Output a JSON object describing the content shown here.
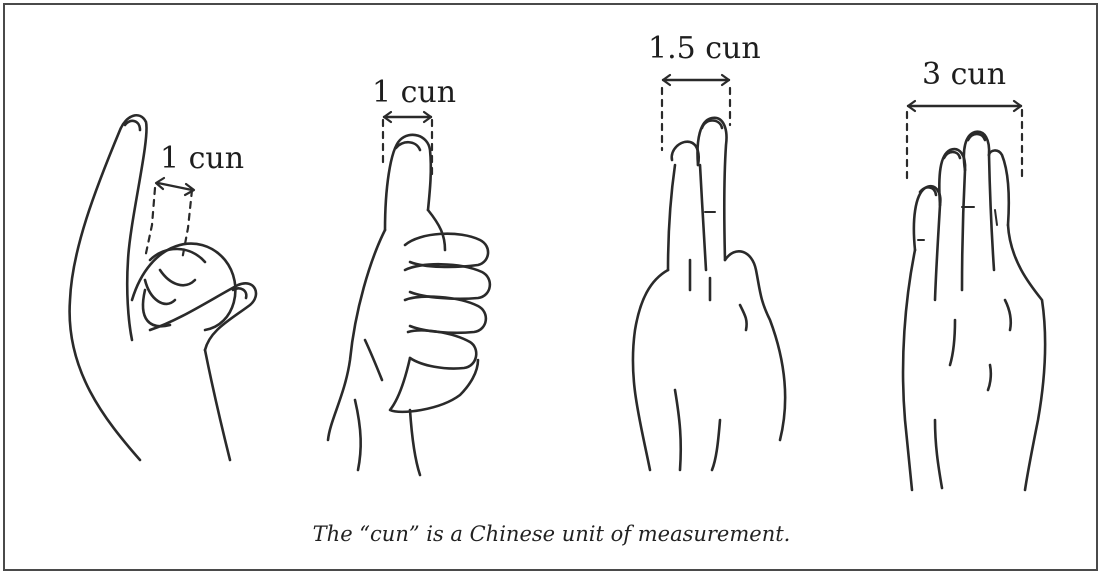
{
  "figure": {
    "labels": [
      "1 cun",
      "1 cun",
      "1.5 cun",
      "3 cun"
    ],
    "caption": "The “cun” is a Chinese unit of measurement."
  }
}
